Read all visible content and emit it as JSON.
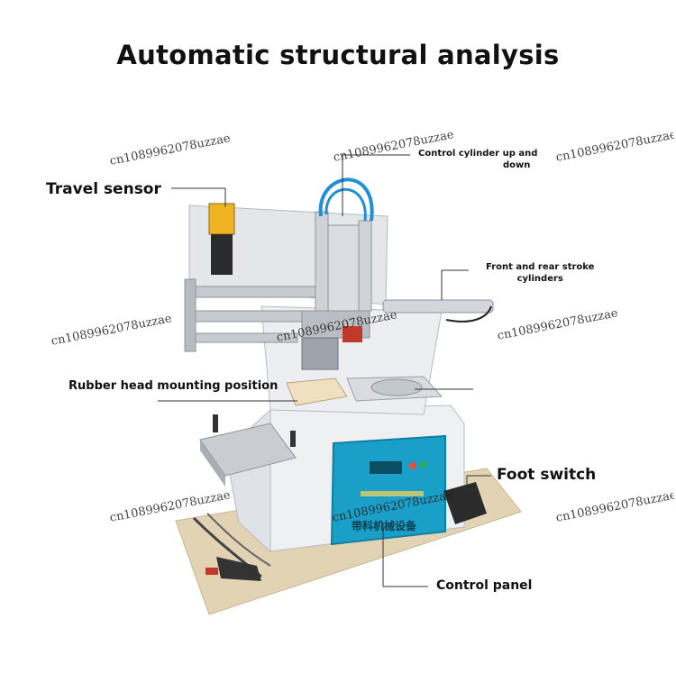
{
  "title": "Automatic structural analysis",
  "labels": {
    "travel_sensor": "Travel sensor",
    "control_cylinder_line1": "Control cylinder up and",
    "control_cylinder_line2": "down",
    "front_rear_line1": "Front and rear stroke",
    "front_rear_line2": "cylinders",
    "rubber_head": "Rubber head mounting position",
    "foot_switch": "Foot switch",
    "control_panel": "Control panel"
  },
  "watermark": "cn1089962078uzzae",
  "panel_text": "带科机械设备",
  "colors": {
    "machine_body": "#e9ebee",
    "panel_blue": "#1aa0c8",
    "hose_blue": "#1f8fd6",
    "rail_silver": "#c7cbd0"
  }
}
